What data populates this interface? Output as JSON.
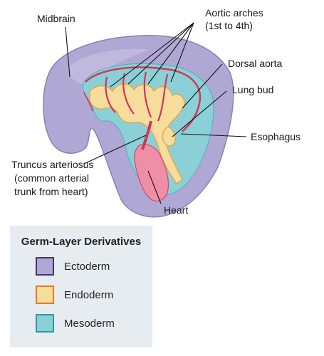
{
  "labels": {
    "midbrain": "Midbrain",
    "aortic_arches_1": "Aortic arches",
    "aortic_arches_2": "(1st to 4th)",
    "dorsal_aorta": "Dorsal aorta",
    "lung_bud": "Lung bud",
    "esophagus": "Esophagus",
    "truncus_1": "Truncus arteriosus",
    "truncus_2": "(common arterial",
    "truncus_3": "trunk from heart)",
    "heart": "Heart"
  },
  "legend": {
    "title": "Germ-Layer Derivatives",
    "items": [
      {
        "label": "Ectoderm",
        "fill": "#b0a8d4",
        "border": "#3f3766"
      },
      {
        "label": "Endoderm",
        "fill": "#f6dd9b",
        "border": "#e07a2c"
      },
      {
        "label": "Mesoderm",
        "fill": "#8ad0d6",
        "border": "#2a9aa6"
      }
    ]
  },
  "colors": {
    "ectoderm": "#b0a8d4",
    "endoderm": "#f6dd9b",
    "mesoderm": "#8ad0d6",
    "vessel": "#d1365e",
    "heart": "#ef8fa6"
  }
}
